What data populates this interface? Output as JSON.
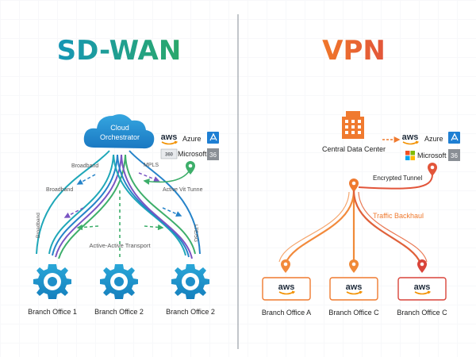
{
  "left": {
    "title": "SD-WAN",
    "orchestrator": {
      "line1": "Cloud",
      "line2": "Orchestrator"
    },
    "clouds": [
      {
        "logo": "aws",
        "name": "Azure",
        "badge_icon": "azure-icon"
      },
      {
        "logo": "360",
        "name": "Microsoft",
        "badge": "36"
      }
    ],
    "links": {
      "broadband_top": "Broadband",
      "broadband_mid": "Broadband",
      "mpls": "MPLS",
      "active_tunnel": "Active Vit Tunne",
      "broadband_vertical": "Broadband",
      "lte_vertical": "LTE/5G",
      "active_active": "Active-Active Transport"
    },
    "branches": [
      "Branch Office 1",
      "Branch Office 2",
      "Branch Office 2"
    ]
  },
  "right": {
    "title": "VPN",
    "datacenter": "Central Data Center",
    "clouds": [
      {
        "logo": "aws",
        "name": "Azure",
        "badge_icon": "azure-icon"
      },
      {
        "logo": "windows",
        "name": "Microsoft",
        "badge": "36"
      }
    ],
    "tunnel": "Encrypted Tunnel",
    "backhaul": "Traffic Backhaul",
    "offices": [
      {
        "logo": "aws",
        "label": "Branch Office A"
      },
      {
        "logo": "aws",
        "label": "Branch Office C"
      },
      {
        "logo": "aws",
        "label": "Branch Office C"
      }
    ]
  },
  "colors": {
    "sdwan_teal": "#1fa7b8",
    "sdwan_blue": "#2583c9",
    "sdwan_purple": "#7a55c2",
    "sdwan_green": "#3dae6a",
    "vpn_orange": "#ef7a2f",
    "vpn_red": "#d9443a"
  }
}
